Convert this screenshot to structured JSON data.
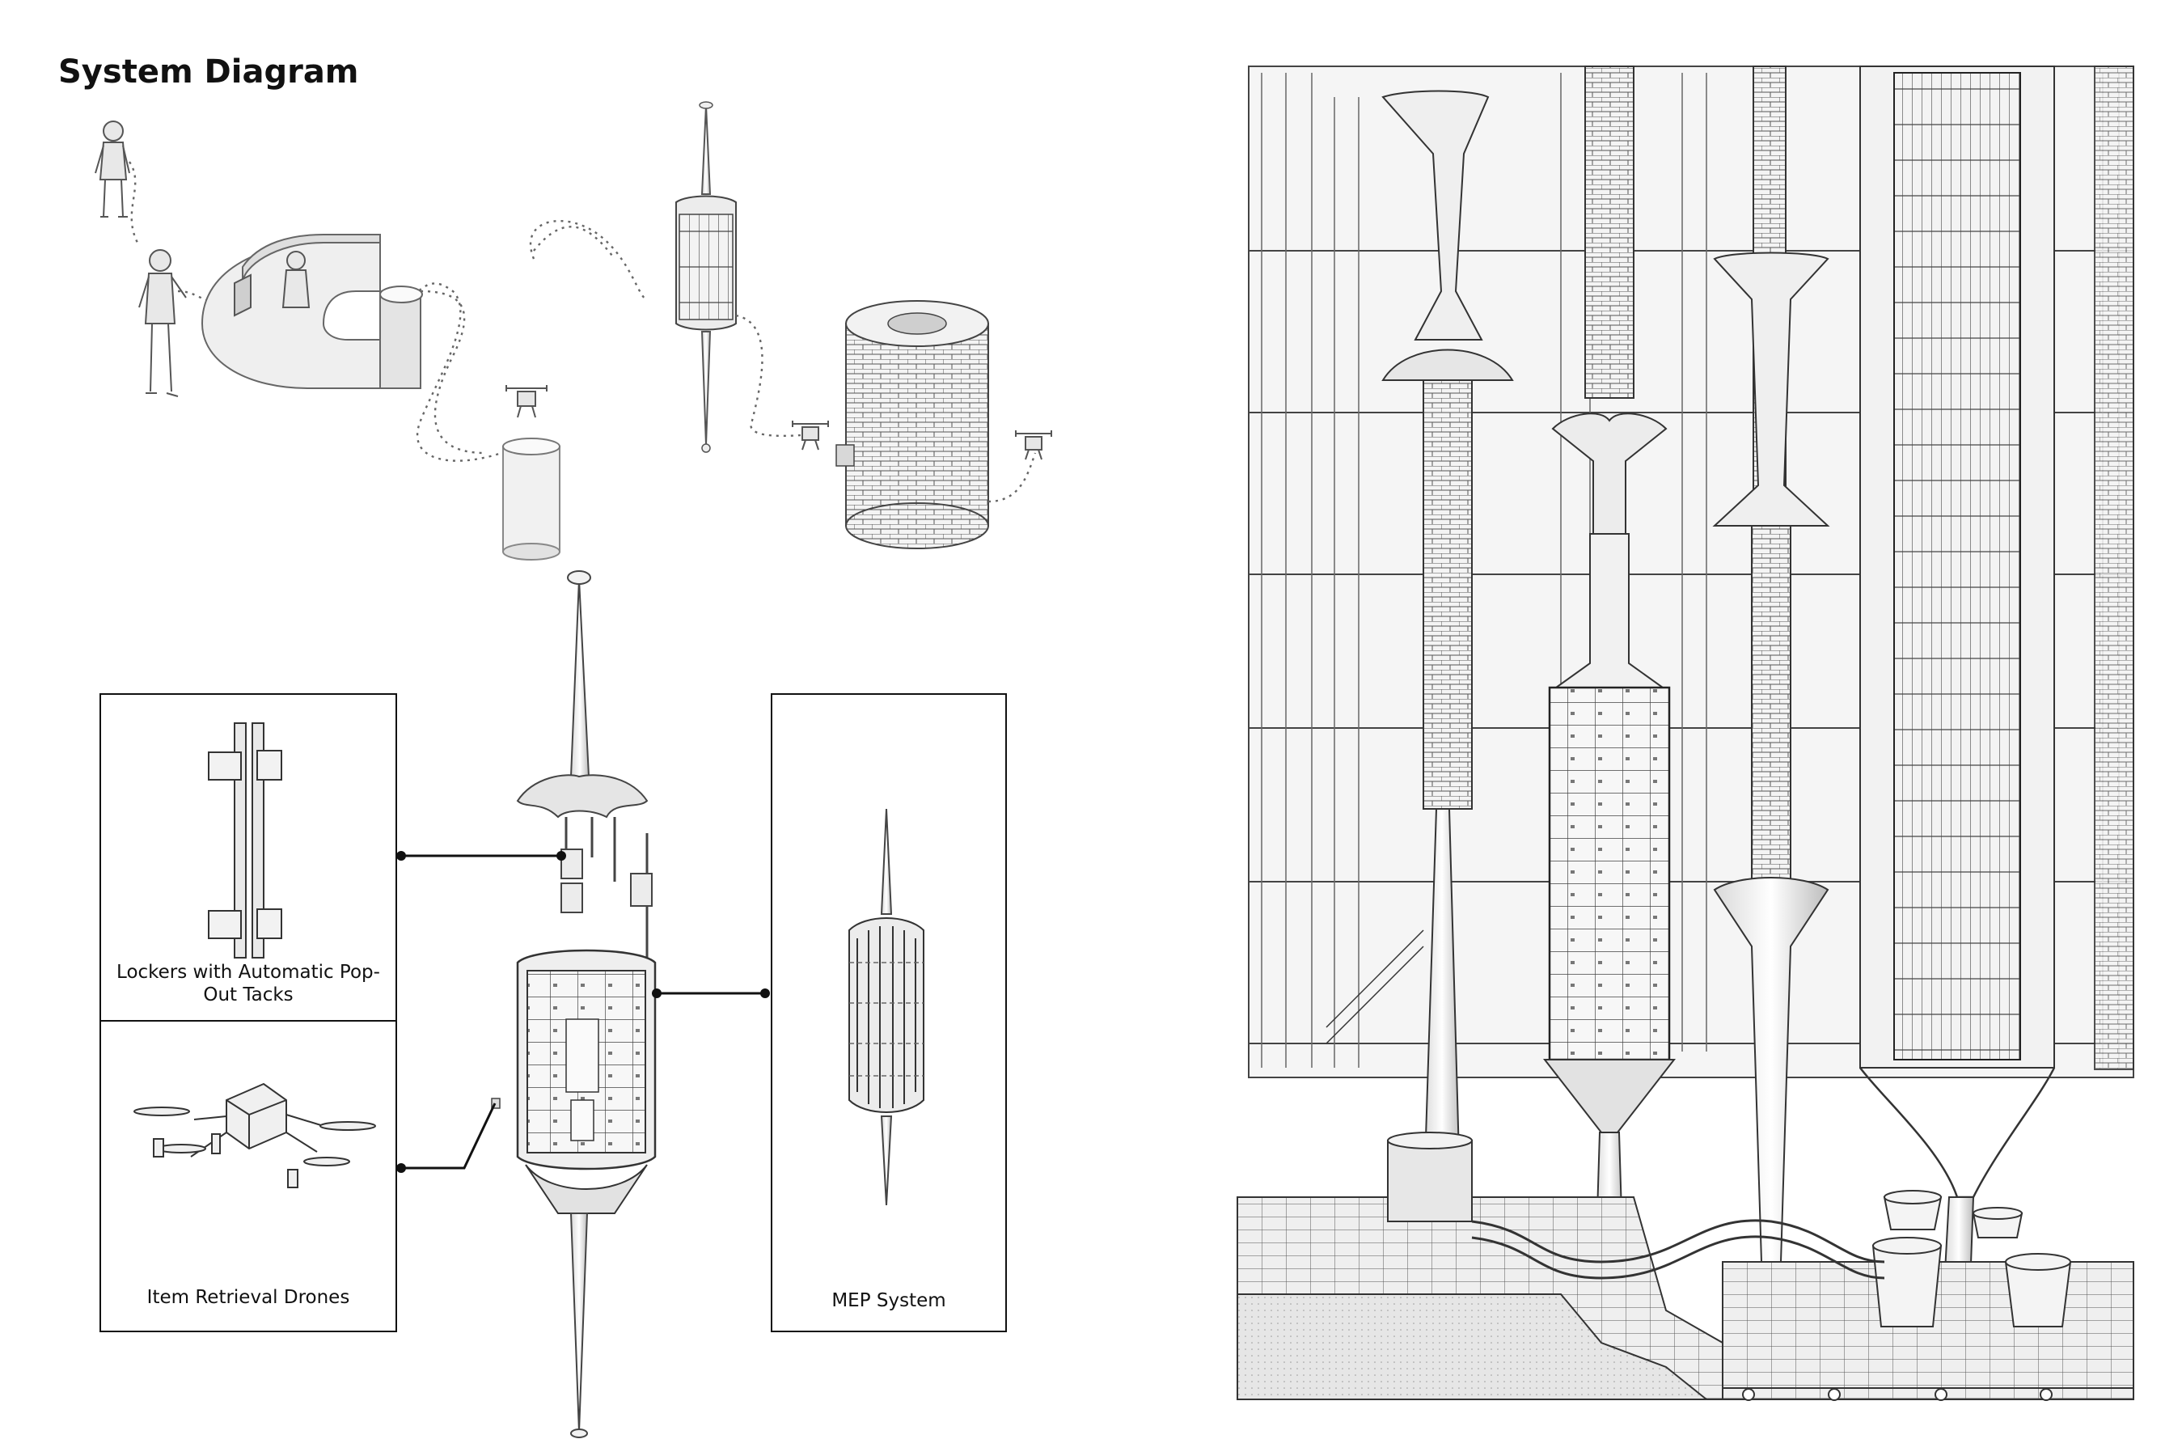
{
  "title": "System Diagram",
  "callouts": {
    "lockers": "Lockers with Automatic Pop-Out Tacks",
    "drones": "Item Retrieval Drones",
    "mep": "MEP System"
  }
}
